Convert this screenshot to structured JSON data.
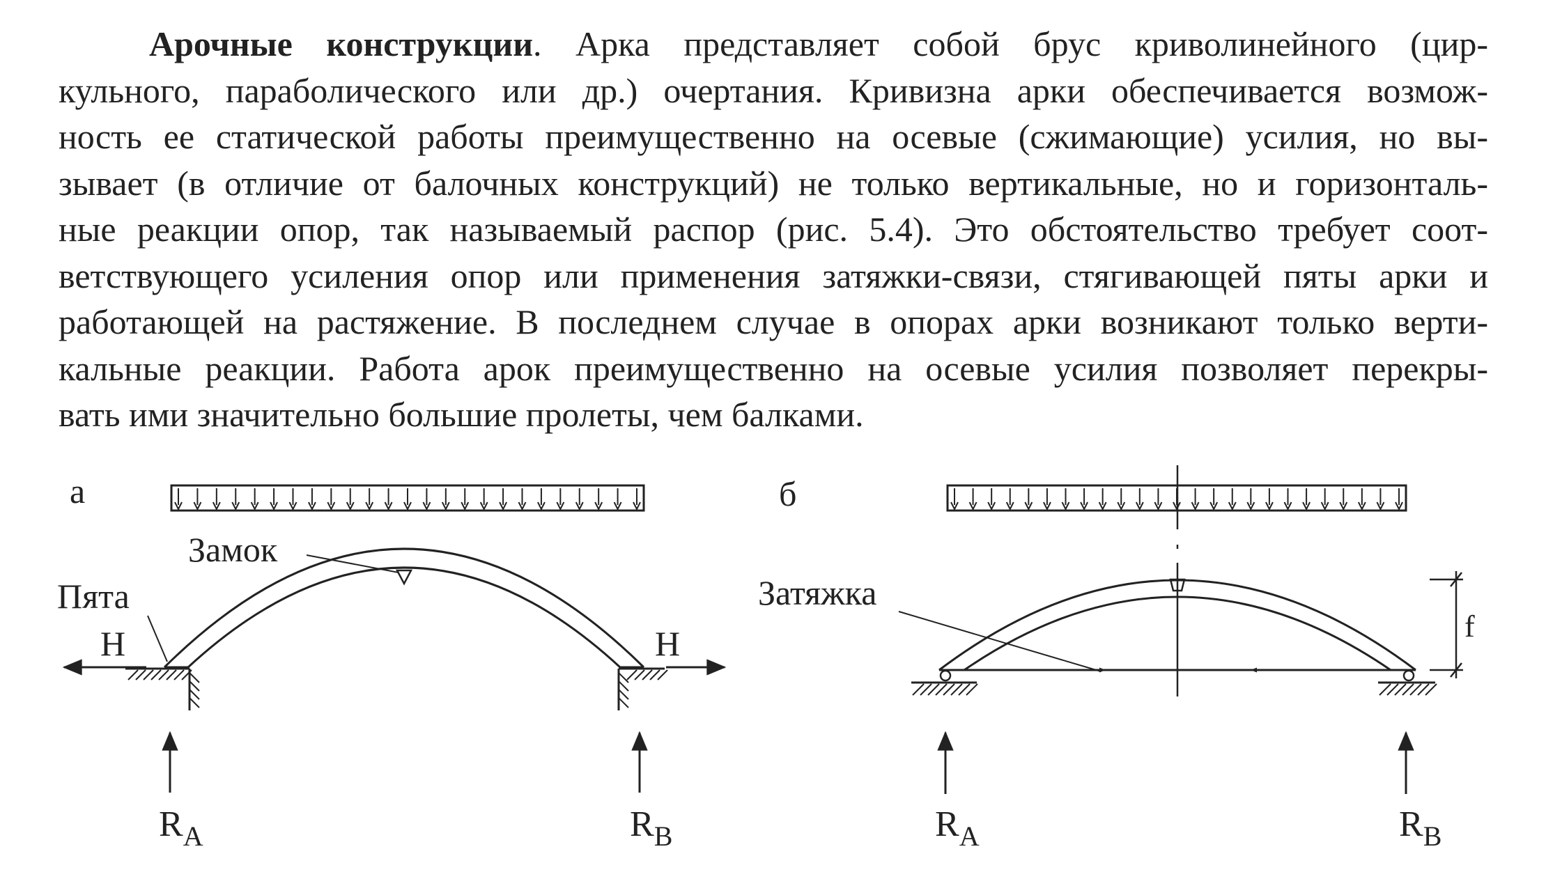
{
  "paragraph": {
    "term": "Арочные конструкции",
    "line1_rest": ". Арка представляет собой брус криволинейного (цир-",
    "lines": [
      "кульного, параболического или др.) очертания. Кривизна арки обеспечивается возмож-",
      "ность ее статической работы преимущественно на осевые (сжимающие) усилия, но вы-",
      "зывает (в отличие от балочных конструкций) не только вертикальные, но и горизонталь-",
      "ные реакции опор, так называемый распор (рис. 5.4). Это обстоятельство требует соот-",
      "ветствующего усиления опор или применения затяжки-связи, стягивающей пяты арки и",
      "работающей на растяжение. В последнем случае в опорах арки возникают только верти-",
      "кальные реакции. Работа арок преимущественно на осевые усилия позволяет перекры-",
      "вать ими значительно большие пролеты, чем балками."
    ]
  },
  "figure_a": {
    "panel_label": "а",
    "crown_label": "Замок",
    "springing_label": "Пята",
    "thrust_left": "H",
    "thrust_right": "H",
    "reaction_left": "R",
    "reaction_left_sub": "A",
    "reaction_right": "R",
    "reaction_right_sub": "B"
  },
  "figure_b": {
    "panel_label": "б",
    "tie_label": "Затяжка",
    "rise_label": "f",
    "reaction_left": "R",
    "reaction_left_sub": "A",
    "reaction_right": "R",
    "reaction_right_sub": "B"
  },
  "colors": {
    "ink": "#222222",
    "paper": "#ffffff"
  }
}
